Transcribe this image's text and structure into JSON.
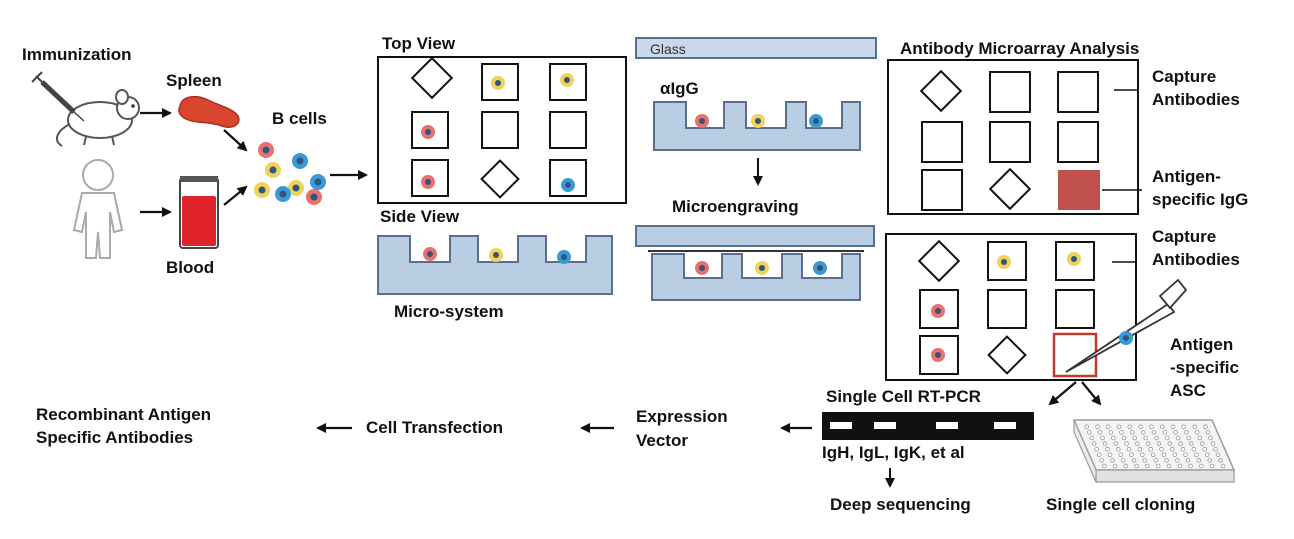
{
  "labels": {
    "immunization": "Immunization",
    "spleen": "Spleen",
    "blood": "Blood",
    "b_cells": "B cells",
    "top_view": "Top View",
    "side_view": "Side View",
    "micro_system": "Micro-system",
    "glass": "Glass",
    "aigg": "αIgG",
    "microengraving": "Microengraving",
    "antibody_microarray_analysis": "Antibody Microarray Analysis",
    "capture_antibodies_1_line1": "Capture",
    "capture_antibodies_1_line2": "Antibodies",
    "antigen_specific_igg_line1": "Antigen-",
    "antigen_specific_igg_line2": "specific IgG",
    "capture_antibodies_2_line1": "Capture",
    "capture_antibodies_2_line2": "Antibodies",
    "antigen_specific_asc_line1": "Antigen",
    "antigen_specific_asc_line2": "-specific",
    "antigen_specific_asc_line3": "ASC",
    "single_cell_rt_pcr": "Single Cell RT-PCR",
    "genes": "IgH, IgL, IgK, et al",
    "deep_sequencing": "Deep sequencing",
    "single_cell_cloning": "Single cell cloning",
    "expression_vector_line1": "Expression",
    "expression_vector_line2": "Vector",
    "cell_transfection": "Cell Transfection",
    "recombinant_line1": "Recombinant Antigen",
    "recombinant_line2": "Specific Antibodies"
  },
  "colors": {
    "well_fill": "#b9cde3",
    "well_stroke": "#5a6f8f",
    "cell_red": "#e8706e",
    "cell_yellow": "#f0d35a",
    "cell_blue": "#3a9ad6",
    "cell_nucleus": "#33557a",
    "spleen": "#d9452e",
    "blood": "#e0232a",
    "igg_spot": "#c0504d",
    "asc_highlight": "#c0392b"
  }
}
